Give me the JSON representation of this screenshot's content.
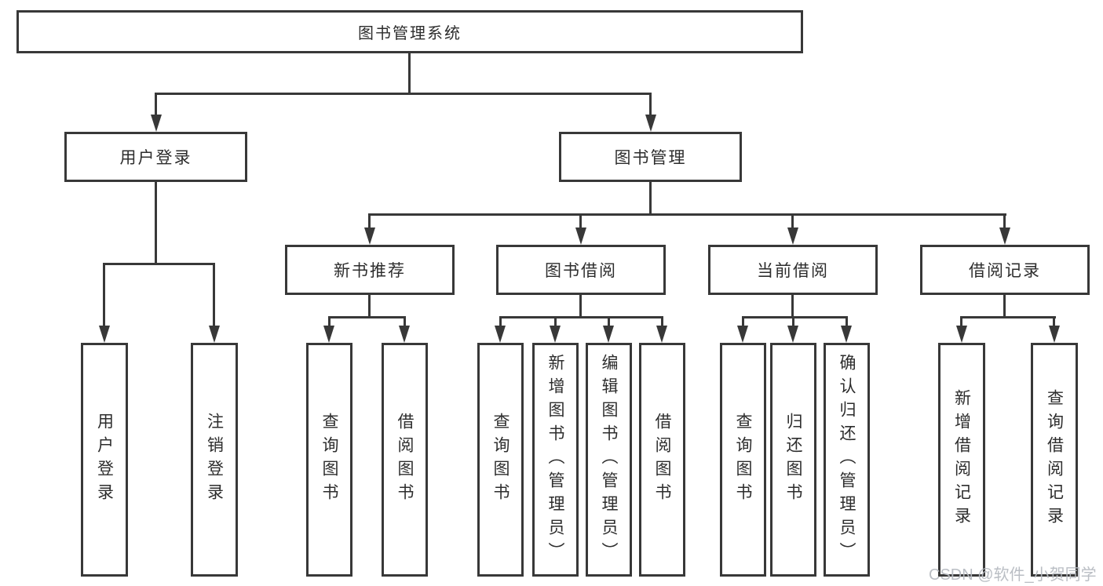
{
  "diagram": {
    "root": {
      "label": "图书管理系统"
    },
    "branches": [
      {
        "label": "用户登录",
        "children": [
          {
            "label": "用户登录"
          },
          {
            "label": "注销登录"
          }
        ]
      },
      {
        "label": "图书管理",
        "children": [
          {
            "label": "新书推荐",
            "children": [
              {
                "label": "查询图书"
              },
              {
                "label": "借阅图书"
              }
            ]
          },
          {
            "label": "图书借阅",
            "children": [
              {
                "label": "查询图书"
              },
              {
                "label": "新增图书（管理员）"
              },
              {
                "label": "编辑图书（管理员）"
              },
              {
                "label": "借阅图书"
              }
            ]
          },
          {
            "label": "当前借阅",
            "children": [
              {
                "label": "查询图书"
              },
              {
                "label": "归还图书"
              },
              {
                "label": "确认归还（管理员）"
              }
            ]
          },
          {
            "label": "借阅记录",
            "children": [
              {
                "label": "新增借阅记录"
              },
              {
                "label": "查询借阅记录"
              }
            ]
          }
        ]
      }
    ]
  },
  "watermark": {
    "text": "CSDN @软件_小贺同学"
  },
  "colors": {
    "line": "#383838",
    "text": "#2d2d2d",
    "watermark": "#b6bac1",
    "background": "#ffffff"
  }
}
